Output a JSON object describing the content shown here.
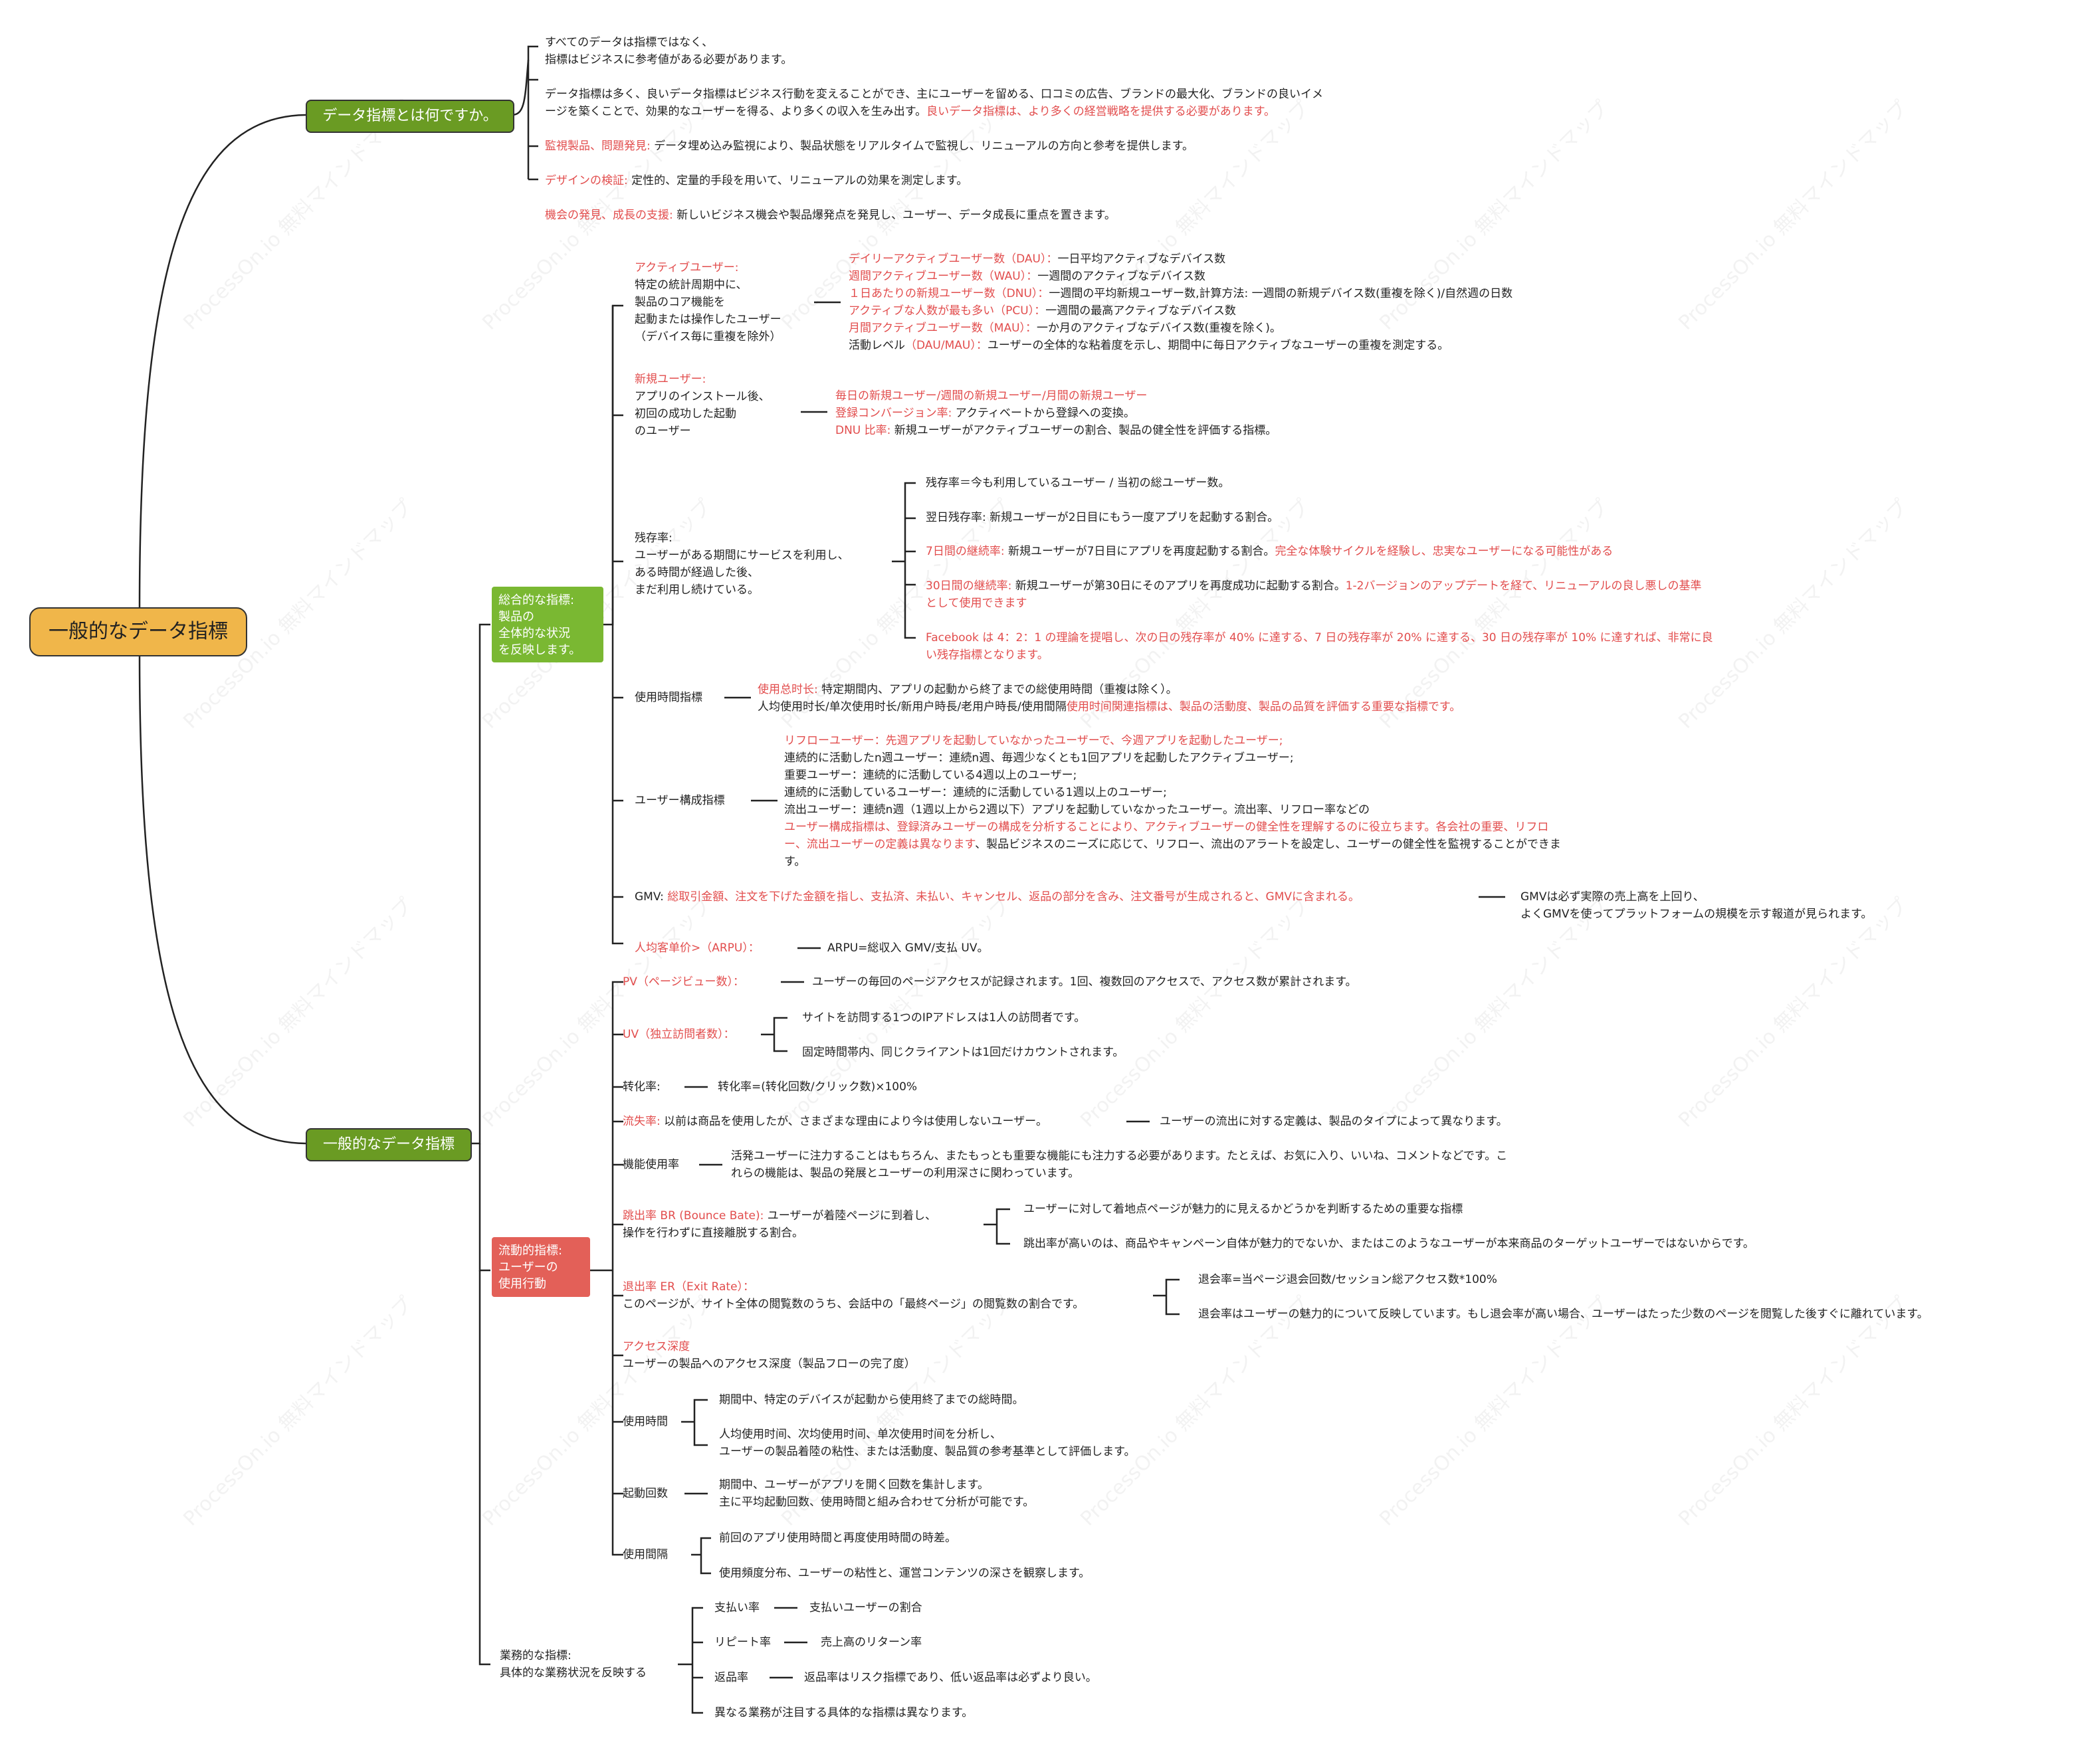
{
  "root": "一般的なデータ指標",
  "watermark": "ProcessOn.io 無料マインドマップ",
  "b1": {
    "label": "データ指標とは何ですか。",
    "p1": [
      "すべてのデータは指標ではなく、",
      "指標はビジネスに参考値がある必要があります。"
    ],
    "p2a": "データ指標は多く、良いデータ指標はビジネス行動を変えることができ、主にユーザーを留める、口コミの広告、ブランドの最大化、ブランドの良いイメ",
    "p2b": "ージを築くことで、効果的なユーザーを得る、より多くの収入を生み出す。",
    "p2c": "良いデータ指標は、より多くの経営戦略を提供する必要があります。",
    "p3r": "監視製品、問題発見:",
    "p3b": "データ埋め込み監視により、製品状態をリアルタイムで監視し、リニューアルの方向と参考を提供します。",
    "p4r": "デザインの検証:",
    "p4b": "定性的、定量的手段を用いて、リニューアルの効果を測定します。",
    "p5r": "機会の発見、成長の支援:",
    "p5b": "新しいビジネス機会や製品爆発点を発見し、ユーザー、データ成長に重点を置きます。"
  },
  "b2": {
    "label": "一般的なデータ指標",
    "s1": {
      "label": [
        "総合的な指標:",
        "製品の",
        "全体的な状況",
        "を反映します。"
      ],
      "active": {
        "title": "アクティブユーザー:",
        "desc": [
          "特定の統計周期中に、",
          "製品のコア機能を",
          "起動または操作したユーザー",
          "（デバイス毎に重複を除外）"
        ],
        "items": [
          {
            "r": "デイリーアクティブユーザー数（DAU）：",
            "b": "一日平均アクティブなデバイス数"
          },
          {
            "r": "週間アクティブユーザー数（WAU）：",
            "b": "一週間のアクティブなデバイス数"
          },
          {
            "r": "１日あたりの新規ユーザー数（DNU）：",
            "b": "一週間の平均新規ユーザー数,計算方法: 一週間の新規デバイス数(重複を除く)/自然週の日数"
          },
          {
            "r": "アクティブな人数が最も多い（PCU）：",
            "b": "一週間の最高アクティブなデバイス数"
          },
          {
            "r": "月間アクティブユーザー数（MAU）：",
            "b": "一か月のアクティブなデバイス数(重複を除く)。"
          },
          {
            "b0": "活動レベル",
            "r": "（DAU/MAU）：",
            "b": "ユーザーの全体的な粘着度を示し、期間中に毎日アクティブなユーザーの重複を測定する。"
          }
        ]
      },
      "newuser": {
        "title": "新規ユーザー:",
        "desc": [
          "アプリのインストール後、",
          "初回の成功した起動",
          "のユーザー"
        ],
        "i1": "毎日の新規ユーザー/週間の新規ユーザー/月間の新規ユーザー",
        "i2r": "登録コンバージョン率:",
        "i2b": "アクティベートから登録への変換。",
        "i3r": "DNU 比率:",
        "i3b": "新規ユーザーがアクティブユーザーの割合、製品の健全性を評価する指標。"
      },
      "retention": {
        "title": [
          "残存率:",
          "ユーザーがある期間にサービスを利用し、",
          "ある時間が経過した後、",
          "まだ利用し続けている。"
        ],
        "i1": "残存率＝今も利用しているユーザー / 当初の総ユーザー数。",
        "i2": "翌日残存率: 新規ユーザーが2日目にもう一度アプリを起動する割合。",
        "i3r": "7日間の継続率:",
        "i3b": "新規ユーザーが7日目にアプリを再度起動する割合。",
        "i3c": "完全な体験サイクルを経験し、忠実なユーザーになる可能性がある",
        "i4r": "30日間の継続率:",
        "i4b": "新規ユーザーが第30日にそのアプリを再度成功に起動する割合。",
        "i4c": "1-2バージョンのアップデートを経て、リニューアルの良し悪しの基準",
        "i4d": "として使用できます",
        "i5a": "Facebook は 4：2：1 の理論を提唱し、次の日の残存率が 40% に達する、7 日の残存率が 20% に達する、30 日の残存率が 10% に達すれば、非常に良",
        "i5b": "い残存指標となります。"
      },
      "usage": {
        "title": "使用時間指標",
        "l1r": "使用总时长:",
        "l1b": "特定期間内、アプリの起動から終了までの総使用時間（重複は除く）。",
        "l2b": "人均使用时长/单次使用时长/新用户時長/老用户時長/使用間隔",
        "l2r": "使用时间関連指標は、製品の活動度、製品の品質を評価する重要な指標です。"
      },
      "composition": {
        "title": "ユーザー構成指標",
        "l1": "リフローユーザー：先週アプリを起動していなかったユーザーで、今週アプリを起動したユーザー;",
        "l2": "連続的に活動したn週ユーザー：連続n週、毎週少なくとも1回アプリを起動したアクティブユーザー;",
        "l3": "重要ユーザー：連続的に活動している4週以上のユーザー;",
        "l4": "連続的に活動しているユーザー：連続的に活動している1週以上のユーザー;",
        "l5": "流出ユーザー：連続n週（1週以上から2週以下）アプリを起動していなかったユーザー。流出率、リフロー率などの",
        "l6": "ユーザー構成指標は、登録済みユーザーの構成を分析することにより、アクティブユーザーの健全性を理解するのに役立ちます。各会社の重要、リフロ",
        "l7r": "ー、流出ユーザーの定義は異なります",
        "l7b": "、製品ビジネスのニーズに応じて、リフロー、流出のアラートを設定し、ユーザーの健全性を監視することができま",
        "l8": "す。"
      },
      "gmv": {
        "b": "GMV:",
        "r": "総取引金額、注文を下げた金額を指し、支払済、未払い、キャンセル、返品の部分を含み、注文番号が生成されると、GMVに含まれる。",
        "c1": "GMVは必ず実際の売上高を上回り、",
        "c2": "よくGMVを使ってプラットフォームの規模を示す報道が見られます。"
      },
      "arpu": {
        "r": "人均客单价>（ARPU）：",
        "c": "ARPU=総収入 GMV/支払 UV。"
      }
    },
    "s2": {
      "label": [
        "流動的指標:",
        "ユーザーの",
        "使用行動"
      ],
      "pv": {
        "r": "PV（ページビュー数）：",
        "c": "ユーザーの毎回のページアクセスが記録されます。1回、複数回のアクセスで、アクセス数が累計されます。"
      },
      "uv": {
        "r": "UV（独立訪問者数）：",
        "c1": "サイトを訪問する1つのIPアドレスは1人の訪問者です。",
        "c2": "固定時間帯内、同じクライアントは1回だけカウントされます。"
      },
      "cvr": {
        "t": "转化率:",
        "c": "转化率=(转化回数/クリック数)×100%"
      },
      "churn": {
        "r": "流失率:",
        "b": "以前は商品を使用したが、さまざまな理由により今は使用しないユーザー。",
        "c": "ユーザーの流出に対する定義は、製品のタイプによって異なります。"
      },
      "feature": {
        "t": "機能使用率",
        "c1": "活発ユーザーに注力することはもちろん、またもっとも重要な機能にも注力する必要があります。たとえば、お気に入り、いいね、コメントなどです。こ",
        "c2": "れらの機能は、製品の発展とユーザーの利用深さに関わっています。"
      },
      "bounce": {
        "r": "跳出率 BR (Bounce Bate):",
        "b1": "ユーザーが着陸ページに到着し、",
        "b2": "操作を行わずに直接離脱する割合。",
        "c1": "ユーザーに対して着地点ページが魅力的に見えるかどうかを判断するための重要な指標",
        "c2": "跳出率が高いのは、商品やキャンペーン自体が魅力的でないか、またはこのようなユーザーが本来商品のターゲットユーザーではないからです。"
      },
      "exit": {
        "r": "退出率 ER（Exit Rate）：",
        "b": "このページが、サイト全体の閲覧数のうち、会話中の「最終ページ」の閲覧数の割合です。",
        "c1": "退会率=当ページ退会回数/セッション総アクセス数*100%",
        "c2": "退会率はユーザーの魅力的について反映しています。もし退会率が高い場合、ユーザーはたった少数のページを閲覧した後すぐに離れています。"
      },
      "depth": {
        "r": "アクセス深度",
        "b": "ユーザーの製品へのアクセス深度（製品フローの完了度）"
      },
      "usetime": {
        "t": "使用時間",
        "c1": "期間中、特定のデバイスが起動から使用終了までの総時間。",
        "c2": "人均使用时间、次均使用时间、单次使用时间を分析し、",
        "c3": "ユーザーの製品着陸の粘性、または活動度、製品質の参考基準として評価します。"
      },
      "launch": {
        "t": "起動回数",
        "c1": "期間中、ユーザーがアプリを開く回数を集計します。",
        "c2": "主に平均起動回数、使用時間と組み合わせて分析が可能です。"
      },
      "interval": {
        "t": "使用間隔",
        "c1": "前回のアプリ使用時間と再度使用時間の時差。",
        "c2": "使用頻度分布、ユーザーの粘性と、運営コンテンツの深さを観察します。"
      }
    },
    "s3": {
      "label": [
        "業務的な指標:",
        "具体的な業務状況を反映する"
      ],
      "pay": {
        "t": "支払い率",
        "c": "支払いユーザーの割合"
      },
      "repeat": {
        "t": "リピート率",
        "c": "売上高のリターン率"
      },
      "refund": {
        "t": "返品率",
        "c": "返品率はリスク指標であり、低い返品率は必ずより良い。"
      },
      "other": "異なる業務が注目する具体的な指標は異なります。"
    }
  }
}
